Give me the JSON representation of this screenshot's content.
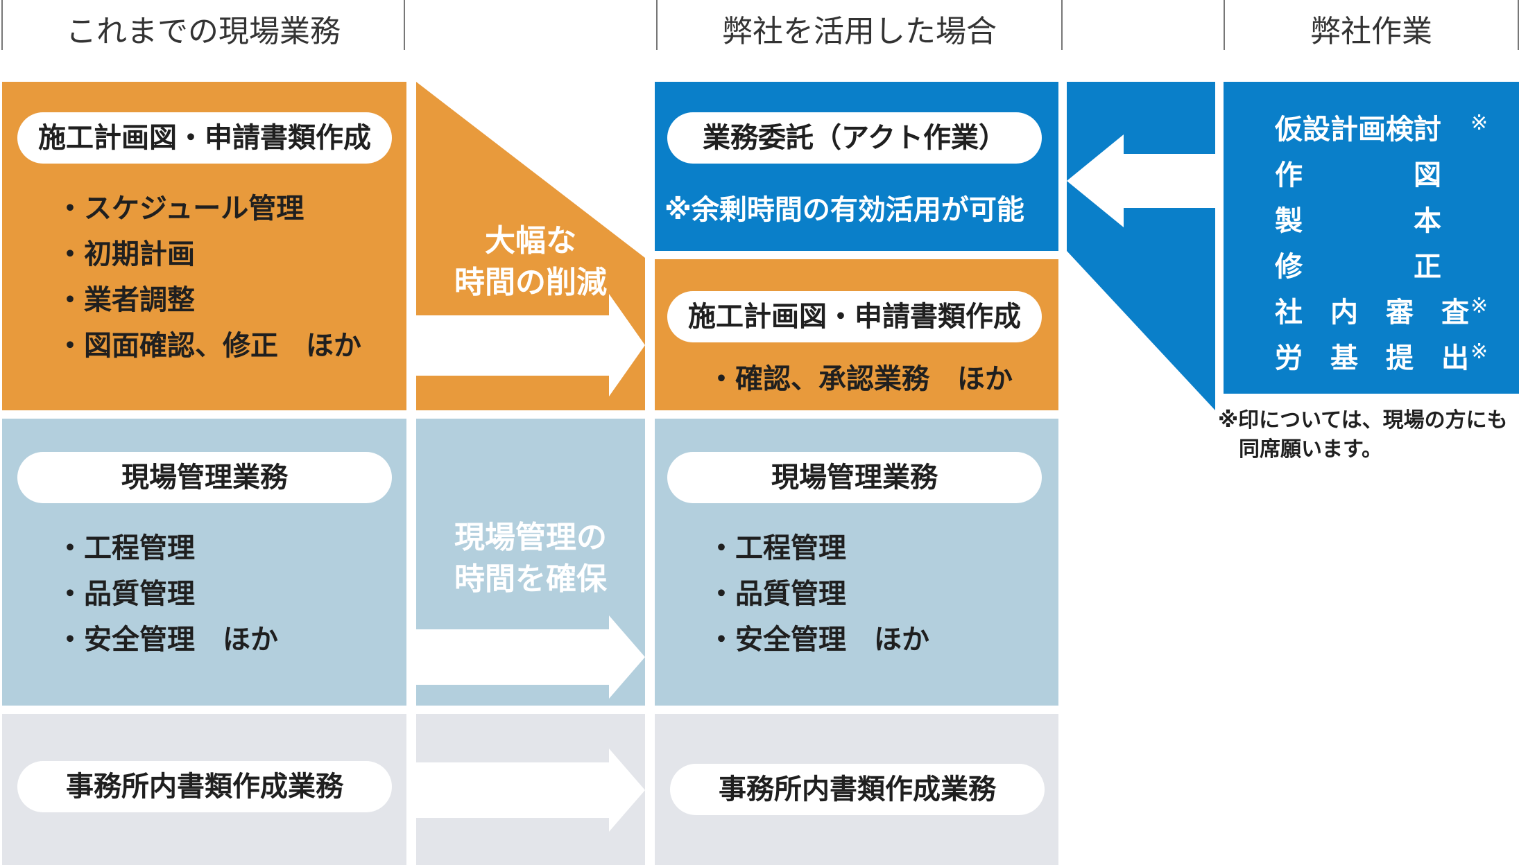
{
  "headers": {
    "current": "これまでの現場業務",
    "using": "弊社を活用した場合",
    "company": "弊社作業"
  },
  "left": {
    "section1": {
      "title": "施工計画図・申請書類作成",
      "items": [
        "・スケジュール管理",
        "・初期計画",
        "・業者調整",
        "・図面確認、修正　ほか"
      ]
    },
    "section2": {
      "title": "現場管理業務",
      "items": [
        "・工程管理",
        "・品質管理",
        "・安全管理　ほか"
      ]
    },
    "section3": {
      "title": "事務所内書類作成業務"
    }
  },
  "middle": {
    "reduction_label": "大幅な\n時間の削減",
    "secure_label": "現場管理の\n時間を確保"
  },
  "right": {
    "outsource": {
      "title": "業務委託（アクト作業）",
      "note": "※余剰時間の有効活用が可能"
    },
    "section1": {
      "title": "施工計画図・申請書類作成",
      "items": [
        "・確認、承認業務　ほか"
      ]
    },
    "section2": {
      "title": "現場管理業務",
      "items": [
        "・工程管理",
        "・品質管理",
        "・安全管理　ほか"
      ]
    },
    "section3": {
      "title": "事務所内書類作成業務"
    }
  },
  "company": {
    "tasks": [
      {
        "label": "仮設計画検討",
        "mark": "※"
      },
      {
        "label": "作　　　　図",
        "mark": ""
      },
      {
        "label": "製　　　　本",
        "mark": ""
      },
      {
        "label": "修　　　　正",
        "mark": ""
      },
      {
        "label": "社　内　審　査",
        "mark": "※"
      },
      {
        "label": "労　基　提　出",
        "mark": "※"
      }
    ],
    "footnote": "※印については、現場の方にも\n　同席願います。"
  },
  "colors": {
    "orange": "#e89a3c",
    "light_blue": "#b3cfdd",
    "gray": "#e3e5ea",
    "blue": "#0a7fc9",
    "white": "#ffffff"
  }
}
